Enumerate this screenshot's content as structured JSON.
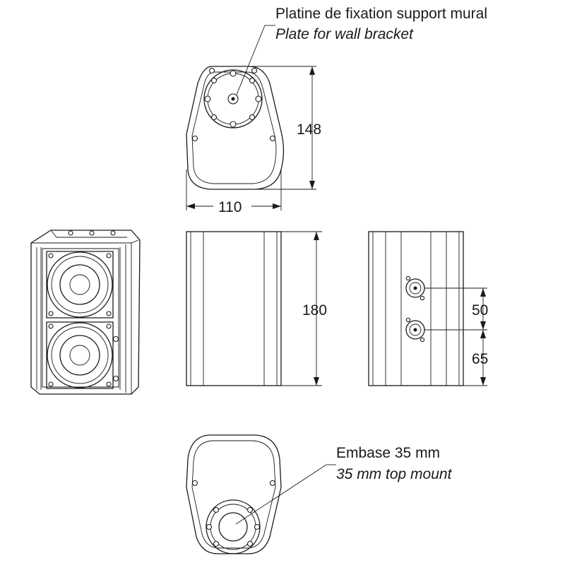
{
  "labels": {
    "wall_plate_fr": "Platine de fixation support mural",
    "wall_plate_en": "Plate for wall bracket",
    "top_mount_fr": "Embase 35 mm",
    "top_mount_en": "35 mm top mount"
  },
  "dimensions": {
    "height_back": "148",
    "width": "110",
    "height_side": "180",
    "connector_spacing": "50",
    "connector_bottom": "65"
  }
}
